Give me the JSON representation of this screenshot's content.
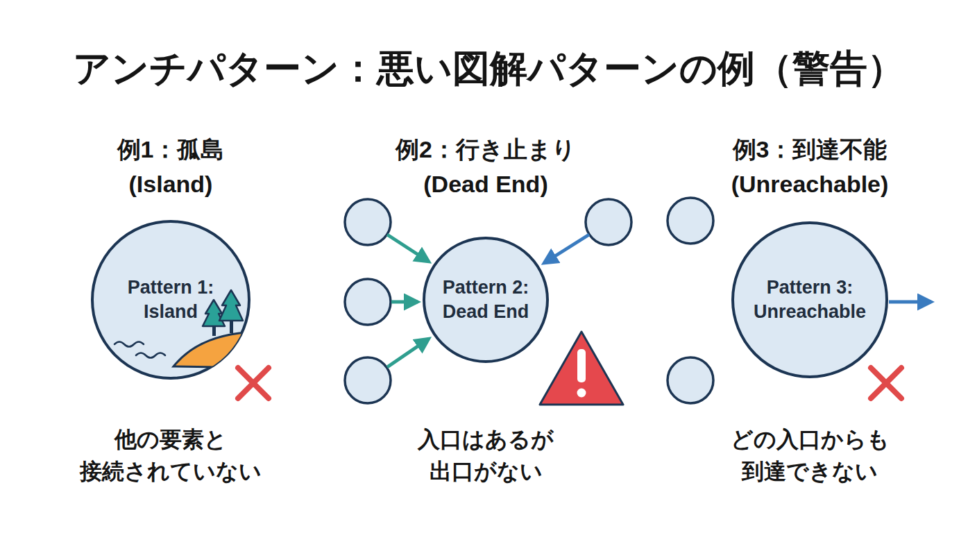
{
  "diagram": {
    "title": "アンチパターン：悪い図解パターンの例（警告）",
    "nodes": [
      {
        "text": [
          "Pattern 1: Island"
        ]
      },
      {
        "text": [
          "Pattern 2: Dead End"
        ]
      },
      {
        "text": [
          "Pattern 3: Unreachable"
        ]
      }
    ],
    "labels": [
      "例1：孤島 (Island)",
      "例2：行き止まり (Dead End)",
      "例3：到達不能 (Unreachable)",
      "他の要素と 接続されていない",
      "入口はあるが 出口がない",
      "どの入口からも 到達できない"
    ]
  }
}
